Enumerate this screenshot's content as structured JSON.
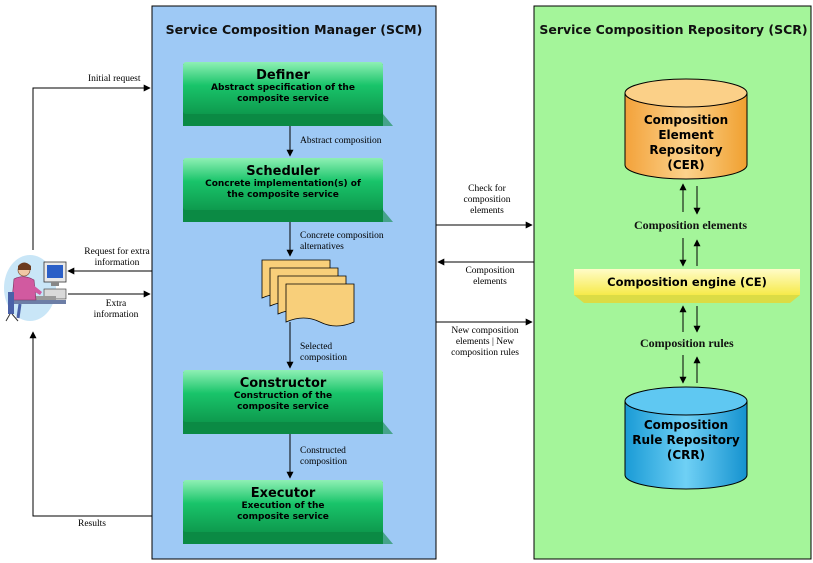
{
  "scm": {
    "title": "Service Composition Manager (SCM)",
    "definer": {
      "title": "Definer",
      "subtitle": "Abstract specification of the composite service"
    },
    "scheduler": {
      "title": "Scheduler",
      "subtitle": "Concrete implementation(s) of the composite service"
    },
    "constructor": {
      "title": "Constructor",
      "subtitle": "Construction of the composite service"
    },
    "executor": {
      "title": "Executor",
      "subtitle": "Execution of the composite service"
    },
    "labels": {
      "abstract_composition": "Abstract composition",
      "concrete_alternatives": "Concrete composition alternatives",
      "selected_composition": "Selected composition",
      "constructed_composition": "Constructed composition"
    }
  },
  "scr": {
    "title": "Service Composition Repository (SCR)",
    "cer": "Composition Element Repository (CER)",
    "engine": "Composition engine (CE)",
    "crr": "Composition Rule Repository (CRR)",
    "composition_elements": "Composition elements",
    "composition_rules": "Composition rules"
  },
  "user_side": {
    "initial_request": "Initial request",
    "request_extra": "Request for extra information",
    "extra_information": "Extra information",
    "results": "Results"
  },
  "between": {
    "check_elements": "Check for composition elements",
    "composition_elements": "Composition elements",
    "new_elements_rules": "New composition elements | New composition rules"
  },
  "colors": {
    "scm_panel": "#9ec9f5",
    "scr_panel": "#a4f59a",
    "green_box": "#19c46a",
    "cer": "#f6b453",
    "engine": "#fff59a",
    "crr": "#2aaee3"
  }
}
